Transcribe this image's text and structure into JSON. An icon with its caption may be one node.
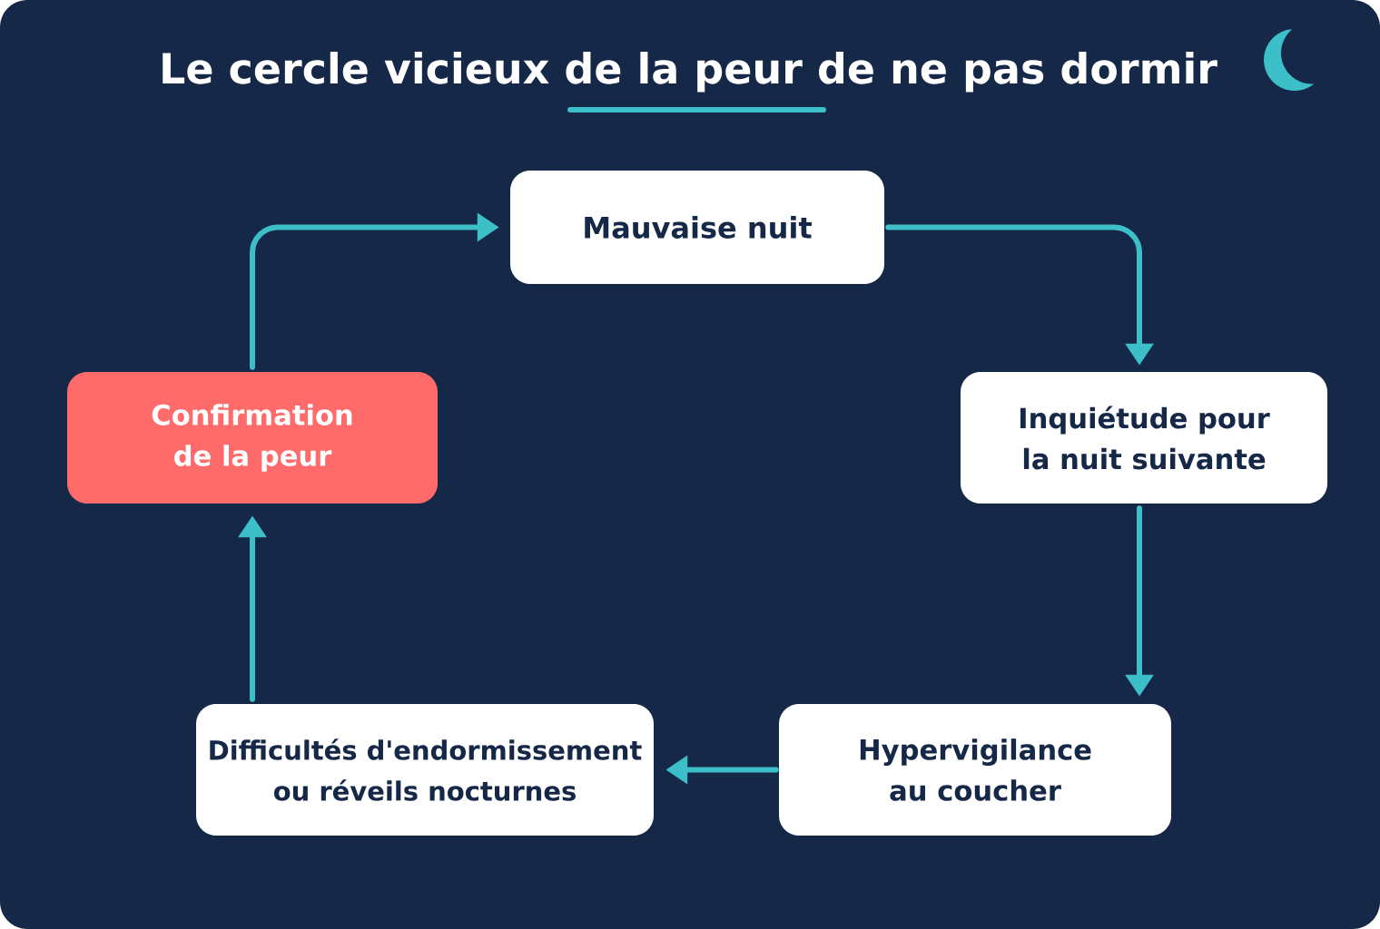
{
  "diagram": {
    "title": "Le cercle vicieux de la peur de ne pas dormir",
    "nodes": [
      {
        "text": [
          "Mauvaise nuit"
        ]
      },
      {
        "text": [
          "Inquiétude pour la nuit suivante"
        ]
      },
      {
        "text": [
          "Hypervigilance au coucher"
        ]
      },
      {
        "text": [
          "Difficultés d'endormissement ou réveils nocturnes"
        ]
      },
      {
        "text": [
          "Confirmation de la peur"
        ]
      }
    ],
    "edges": [
      {
        "from": 0,
        "to": 1,
        "arrow": "to"
      },
      {
        "from": 1,
        "to": 2,
        "arrow": "to"
      },
      {
        "from": 2,
        "to": 3,
        "arrow": "to"
      },
      {
        "from": 3,
        "to": 4,
        "arrow": "to"
      },
      {
        "from": 4,
        "to": 0,
        "arrow": "to"
      }
    ]
  }
}
